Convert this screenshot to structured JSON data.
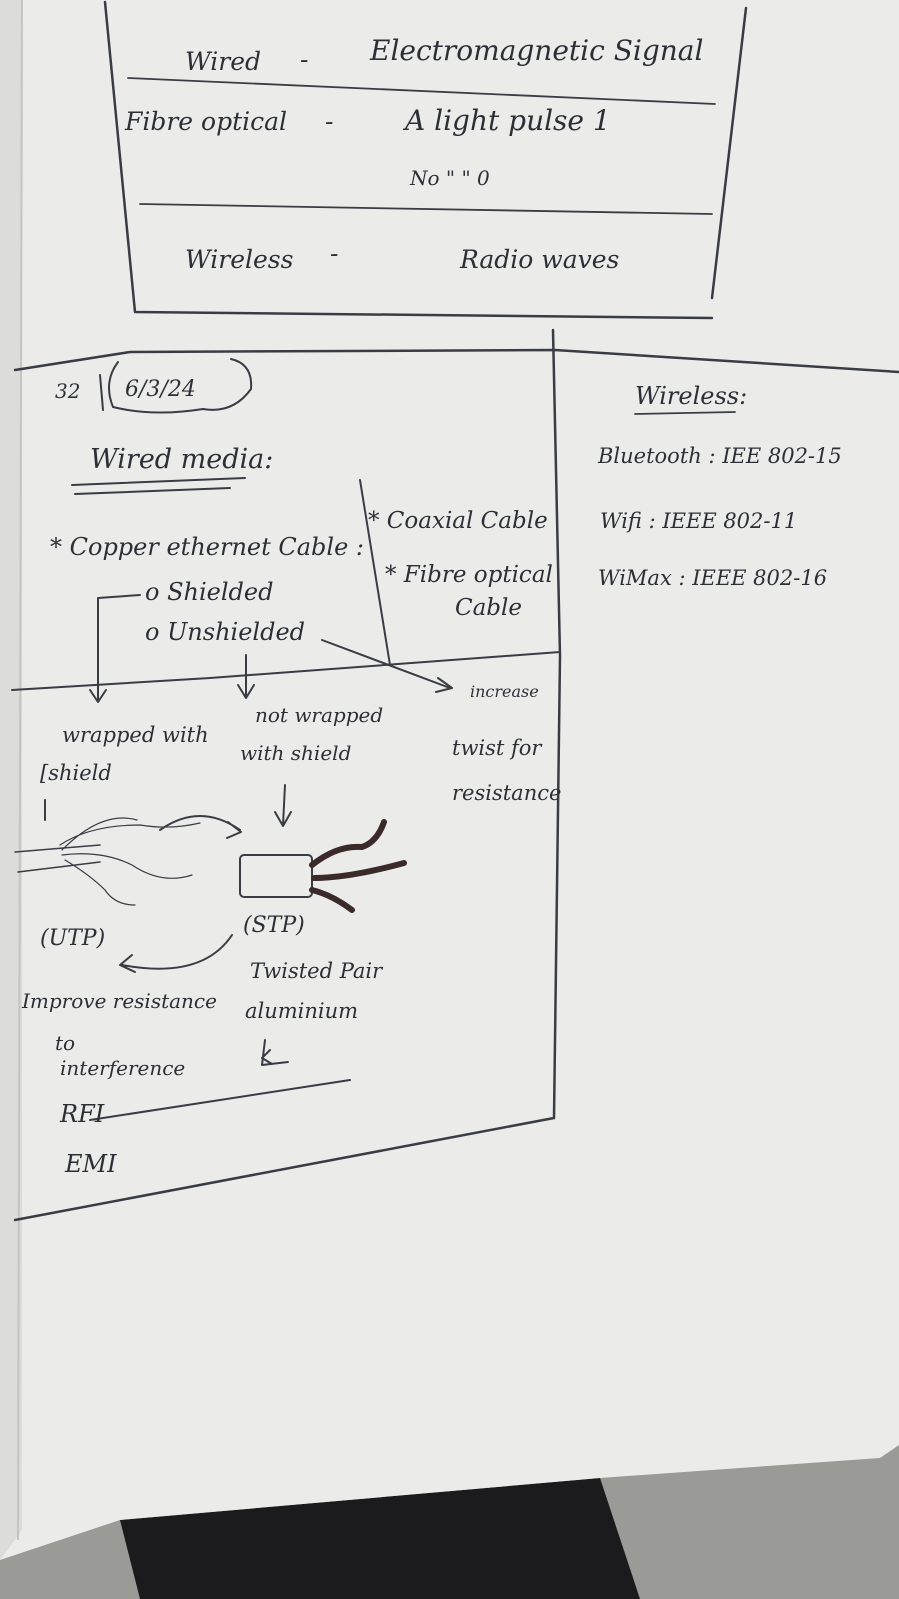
{
  "image": {
    "description_free": true,
    "colors": {
      "paper": "#ebebea",
      "paper_shadow": "#d9d9d7",
      "ink": "#2d2f36",
      "cable_dark": "#3b2a2a",
      "background_dark": "#1b1b1e",
      "background_floor": "#8a8a86"
    }
  },
  "top_box": {
    "rows": [
      {
        "medium": "Wired",
        "dash": "-",
        "signal": "Electromagnetic Signal"
      },
      {
        "medium": "Fibre optical",
        "dash": "-",
        "signal": "A light pulse 1"
      },
      {
        "medium": "",
        "dash": "",
        "signal": "No  \"  \"  0"
      },
      {
        "medium": "Wireless",
        "dash": "-",
        "signal": "Radio waves"
      }
    ]
  },
  "section": {
    "page_number": "32",
    "date": "6/3/24",
    "title": "Wired media:"
  },
  "copper": {
    "heading": "* Copper ethernet Cable :",
    "options": [
      "o Shielded",
      "o Unshielded"
    ]
  },
  "coaxial": {
    "heading": "* Coaxial Cable",
    "fibre_line1": "* Fibre optical",
    "fibre_line2": "Cable"
  },
  "wireless_notes": {
    "title": "Wireless:",
    "items": [
      "Bluetooth : IEE 802-15",
      "Wifi : IEEE 802-11",
      "WiMax : IEEE 802-16"
    ]
  },
  "annotations": {
    "wrapped_line1": "wrapped with",
    "wrapped_line2": "[shield",
    "not_wrapped_line1": "not wrapped",
    "not_wrapped_line2": "with shield",
    "increase": "increase",
    "twist_line1": "twist for",
    "twist_line2": "resistance",
    "utp": "(UTP)",
    "stp": "(STP)",
    "twisted_pair": "Twisted Pair",
    "aluminium": "aluminium",
    "improve_line1": "Improve resistance",
    "improve_line2": "to",
    "improve_line3": "interference",
    "rfi": "RFI",
    "emi": "EMI"
  }
}
